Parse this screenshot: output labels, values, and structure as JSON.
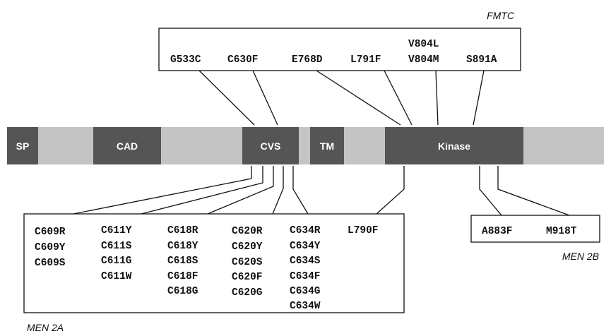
{
  "domains": [
    {
      "name": "sp",
      "label": "SP",
      "shade": "dark"
    },
    {
      "name": "cad",
      "label": "CAD",
      "shade": "dark"
    },
    {
      "name": "cvs",
      "label": "CVS",
      "shade": "dark"
    },
    {
      "name": "tm",
      "label": "TM",
      "shade": "dark"
    },
    {
      "name": "kinase",
      "label": "Kinase",
      "shade": "dark"
    }
  ],
  "groups": {
    "fmtc": {
      "label": "FMTC",
      "mutations": [
        "G533C",
        "C630F",
        "E768D",
        "L791F",
        "V804L",
        "V804M",
        "S891A"
      ]
    },
    "men2a": {
      "label": "MEN 2A",
      "columns": [
        [
          "C609R",
          "C609Y",
          "C609S"
        ],
        [
          "C611Y",
          "C611S",
          "C611G",
          "C611W"
        ],
        [
          "C618R",
          "C618Y",
          "C618S",
          "C618F",
          "C618G"
        ],
        [
          "C620R",
          "C620Y",
          "C620S",
          "C620F",
          "C620G"
        ],
        [
          "C634R",
          "C634Y",
          "C634S",
          "C634F",
          "C634G",
          "C634W"
        ],
        [
          "L790F"
        ]
      ]
    },
    "men2b": {
      "label": "MEN 2B",
      "mutations": [
        "A883F",
        "M918T"
      ]
    }
  },
  "colors": {
    "dark_domain": "#555555",
    "light_segment": "#c4c4c4",
    "line": "#111111"
  }
}
